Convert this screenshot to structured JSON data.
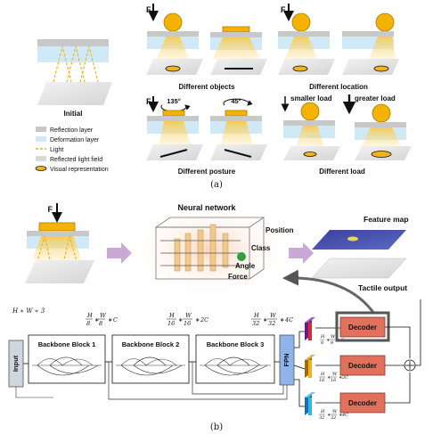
{
  "panel_a": {
    "initial_caption": "Initial",
    "legend": [
      "Reflection layer",
      "Deformation layer",
      "Light",
      "Reflected light field",
      "Visual representation"
    ],
    "force_symbol": "F",
    "captions": {
      "objects": "Different objects",
      "location": "Different location",
      "posture": "Different posture",
      "load": "Different load"
    },
    "angle_left": "135°",
    "angle_right": "45°",
    "smaller_load": "smaller load",
    "greater_load": "greater load",
    "label": "(a)"
  },
  "panel_b": {
    "force_symbol": "F",
    "neural_network_title": "Neural network",
    "nn_labels": [
      "Position",
      "Class",
      "Angle",
      "Force"
    ],
    "feature_map_label": "Feature map",
    "tactile_output_label": "Tactile output",
    "input_dim": "H ∗ W ∗ 3",
    "input_block": "Input",
    "backbone_blocks": [
      "Backbone Block 1",
      "Backbone Block 2",
      "Backbone Block 3"
    ],
    "dims": [
      {
        "h": "H",
        "hd": "8",
        "w": "W",
        "wd": "8",
        "c": "C"
      },
      {
        "h": "H",
        "hd": "16",
        "w": "W",
        "wd": "16",
        "c": "2C"
      },
      {
        "h": "H",
        "hd": "32",
        "w": "W",
        "wd": "32",
        "c": "4C"
      }
    ],
    "fpn_block": "FPN",
    "decoders": [
      "Decoder",
      "Decoder",
      "Decoder"
    ],
    "label": "(b)"
  },
  "colors": {
    "reflection_layer": "#c8c8c8",
    "deformation_layer": "#cfe9f7",
    "light": "#f2b21c",
    "object": "#f4b300",
    "decoder": "#e1705d",
    "fpn": "#8fb4ea",
    "arrow": "#c9a8d6"
  }
}
